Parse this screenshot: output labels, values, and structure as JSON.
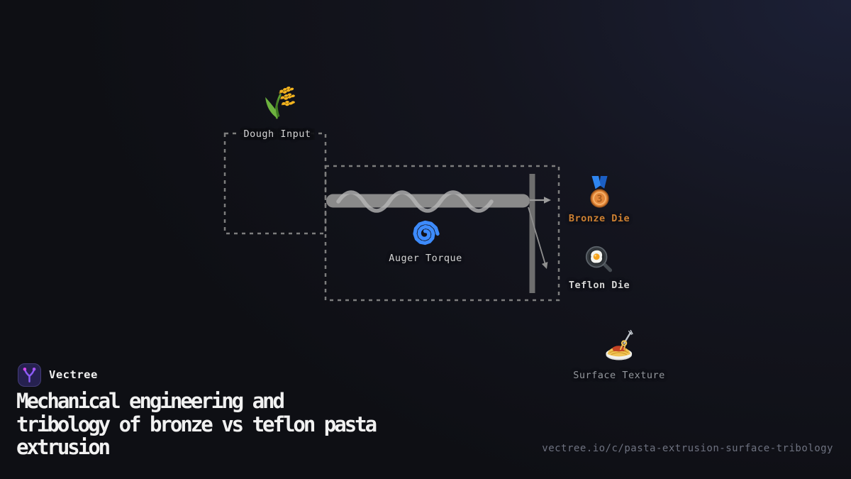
{
  "diagram": {
    "dough_input": {
      "label": "Dough Input",
      "icon": "wheat-icon"
    },
    "auger_torque": {
      "label": "Auger Torque",
      "icon": "cyclone-icon"
    },
    "bronze_die": {
      "label": "Bronze Die",
      "icon": "bronze-medal-icon",
      "medal_rank": "3",
      "label_color": "#cd8032"
    },
    "teflon_die": {
      "label": "Teflon Die",
      "icon": "frying-pan-icon"
    },
    "surface_texture": {
      "label": "Surface Texture",
      "icon": "spaghetti-icon"
    }
  },
  "footer": {
    "brand": "Vectree",
    "title_lines": [
      "Mechanical engineering and",
      "tribology of bronze vs teflon pasta",
      "extrusion"
    ],
    "url": "vectree.io/c/pasta-extrusion-surface-tribology"
  },
  "colors": {
    "background_base": "#0e0f14",
    "background_glow_top_right": "#1c2036",
    "accent_blue": "#3d8bfd",
    "bronze_text": "#cd8032",
    "brand_purple": "#8b5cf6",
    "diagram_gray": "#7d7d7d",
    "muted_text": "#6e7280"
  }
}
